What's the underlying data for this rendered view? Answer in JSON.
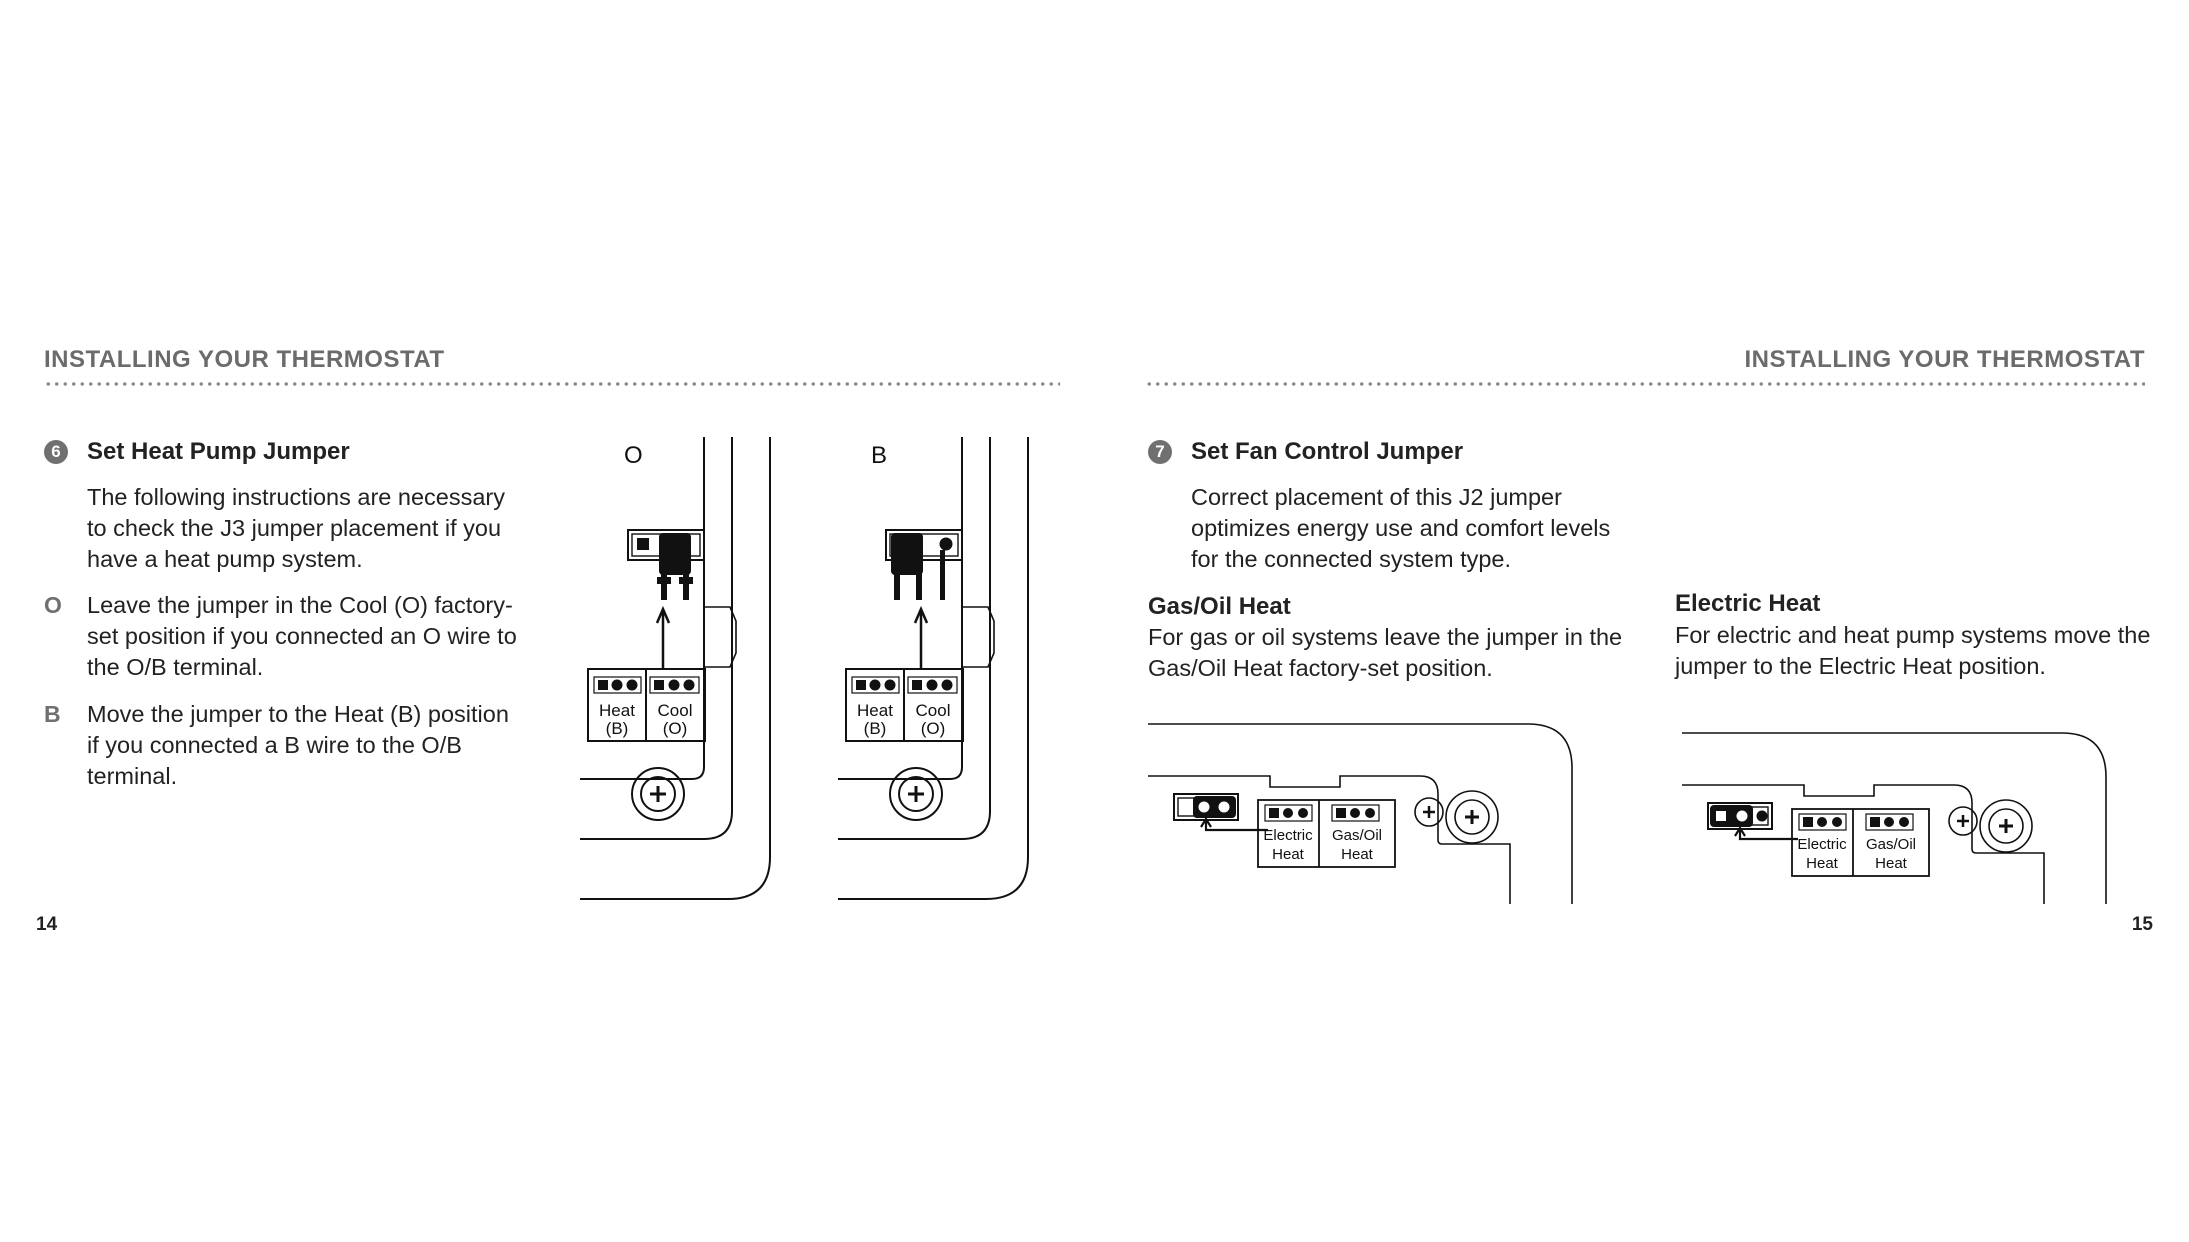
{
  "left_page": {
    "header": "INSTALLING YOUR THERMOSTAT",
    "step_number": "6",
    "step_title": "Set Heat Pump Jumper",
    "intro": "The following instructions are necessary to check the J3 jumper placement if you have a heat pump system.",
    "items": [
      {
        "marker": "O",
        "text": "Leave the jumper in the Cool (O) factory-set position if you connected an O wire to the O/B terminal."
      },
      {
        "marker": "B",
        "text": "Move the jumper to the Heat (B) position if you connected a B wire to the O/B terminal."
      }
    ],
    "diagrams": [
      {
        "label": "O",
        "heat_label": "Heat",
        "heat_sub": "(B)",
        "cool_label": "Cool",
        "cool_sub": "(O)"
      },
      {
        "label": "B",
        "heat_label": "Heat",
        "heat_sub": "(B)",
        "cool_label": "Cool",
        "cool_sub": "(O)"
      }
    ],
    "page_number": "14"
  },
  "right_page": {
    "header": "INSTALLING YOUR THERMOSTAT",
    "step_number": "7",
    "step_title": "Set Fan Control Jumper",
    "intro": "Correct placement of this J2 jumper optimizes energy use and comfort levels for the connected system type.",
    "gas_oil": {
      "title": "Gas/Oil Heat",
      "text": "For gas or oil systems leave the jumper in the Gas/Oil Heat factory-set position.",
      "left_label_1": "Electric",
      "left_label_2": "Heat",
      "right_label_1": "Gas/Oil",
      "right_label_2": "Heat"
    },
    "electric": {
      "title": "Electric Heat",
      "text": "For electric and heat pump systems move the jumper to the Electric Heat position.",
      "left_label_1": "Electric",
      "left_label_2": "Heat",
      "right_label_1": "Gas/Oil",
      "right_label_2": "Heat"
    },
    "page_number": "15"
  }
}
